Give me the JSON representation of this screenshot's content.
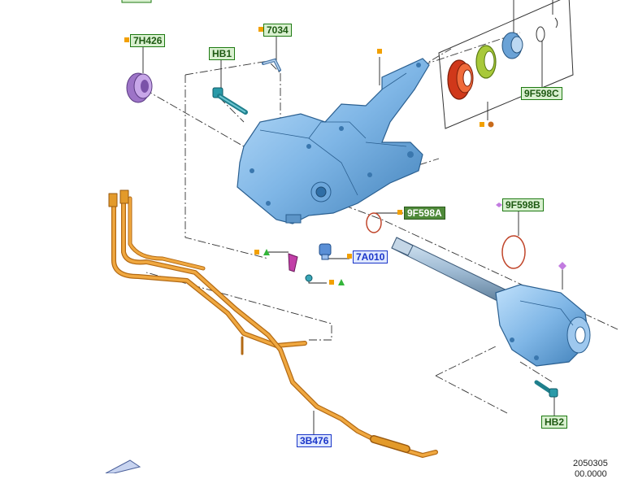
{
  "callouts": {
    "c_7h426": "7H426",
    "c_7034": "7034",
    "c_hb1": "HB1",
    "c_9f598c": "9F598C",
    "c_9f598a": "9F598A",
    "c_9f598b": "9F598B",
    "c_7a010": "7A010",
    "c_hb2": "HB2",
    "c_3b476": "3B476"
  },
  "footer": {
    "ref_number": "2050305",
    "date_partial": "00.0000"
  },
  "colors": {
    "housing_blue": "#7fb6e6",
    "housing_dark": "#3f7fb8",
    "pipe_orange": "#e39a2a",
    "seal_purple": "#b18ad6",
    "seal_red": "#e0441f",
    "ring_green": "#a8c93a",
    "bolt_teal": "#3aa6b8",
    "leader_line": "#333333",
    "marker_orange": "#f2a000",
    "marker_green": "#34b53a",
    "marker_purple": "#c27be0"
  }
}
